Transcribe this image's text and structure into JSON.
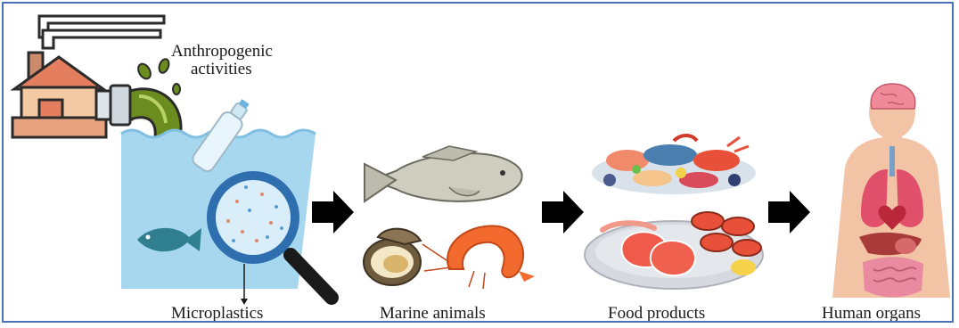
{
  "labels": {
    "anthropogenic_line1": "Anthropogenic",
    "anthropogenic_line2": "activities",
    "microplastics": "Microplastics",
    "marine_animals": "Marine animals",
    "food_products": "Food products",
    "human_organs": "Human organs"
  },
  "colors": {
    "frame": "#4a72b8",
    "water": "#a7d6ef",
    "sewage": "#6b8c1f",
    "arrow": "#000000",
    "lens": "#2f6fb0"
  }
}
